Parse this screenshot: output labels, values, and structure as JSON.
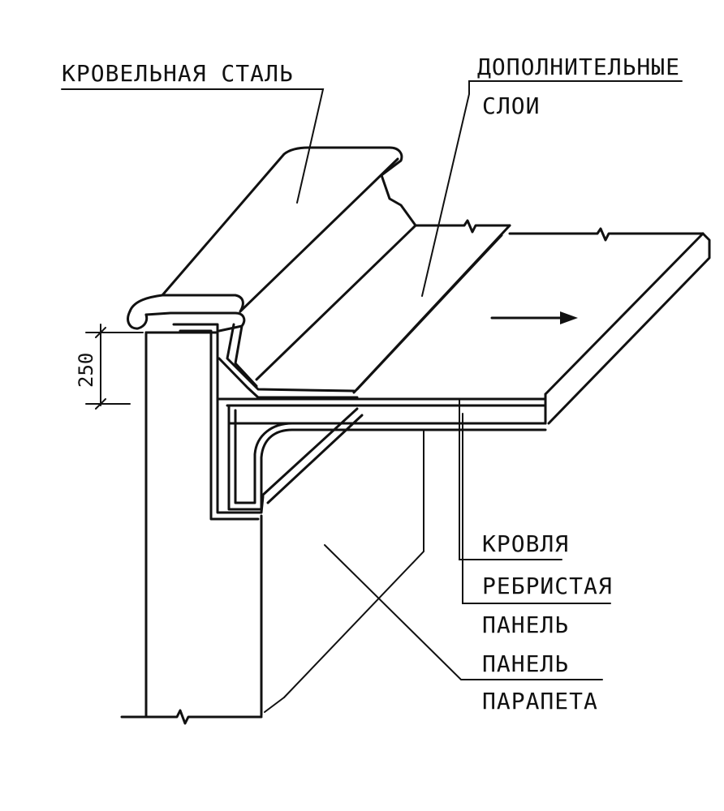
{
  "labels": {
    "roofing_steel": "КРОВЕЛЬНАЯ СТАЛЬ",
    "additional_line1": "ДОПОЛНИТЕЛЬНЫЕ",
    "additional_line2": "СЛОИ",
    "roof": "КРОВЛЯ",
    "ribbed_line1": "РЕБРИСТАЯ",
    "ribbed_line2": "ПАНЕЛЬ",
    "parapet_line1": "ПАНЕЛЬ",
    "parapet_line2": "ПАРАПЕТА"
  },
  "dimension": {
    "height": "250"
  }
}
